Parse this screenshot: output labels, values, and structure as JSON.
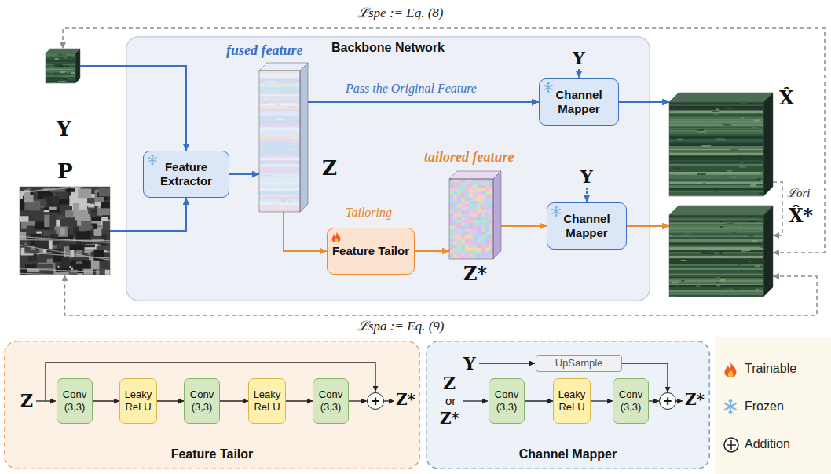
{
  "diagram": {
    "nodes": [
      {
        "text": [
          "Y"
        ]
      },
      {
        "text": [
          "P"
        ]
      },
      {
        "text": [
          "Backbone Network"
        ]
      },
      {
        "text": [
          "Feature Extractor"
        ],
        "in": 2
      },
      {
        "text": [
          "fused feature",
          "Z"
        ],
        "in": 2
      },
      {
        "text": [
          "Channel Mapper"
        ],
        "in": 2
      },
      {
        "text": [
          "Feature Tailor"
        ],
        "in": 2
      },
      {
        "text": [
          "tailored feature",
          "Z*"
        ],
        "in": 2
      },
      {
        "text": [
          "Channel Mapper"
        ],
        "in": 2
      },
      {
        "text": [
          "X̂"
        ]
      },
      {
        "text": [
          "X̂*"
        ]
      },
      {
        "text": [
          "Feature Tailor"
        ]
      },
      {
        "text": [
          "Conv (3,3)"
        ],
        "in": 11
      },
      {
        "text": [
          "Leaky ReLU"
        ],
        "in": 11
      },
      {
        "text": [
          "Conv (3,3)"
        ],
        "in": 11
      },
      {
        "text": [
          "Leaky ReLU"
        ],
        "in": 11
      },
      {
        "text": [
          "Conv (3,3)"
        ],
        "in": 11
      },
      {
        "text": [
          "+"
        ],
        "in": 11
      },
      {
        "text": [
          "Channel Mapper"
        ]
      },
      {
        "text": [
          "UpSample"
        ],
        "in": 18
      },
      {
        "text": [
          "Conv (3,3)"
        ],
        "in": 18
      },
      {
        "text": [
          "Leaky ReLU"
        ],
        "in": 18
      },
      {
        "text": [
          "Conv (3,3)"
        ],
        "in": 18
      },
      {
        "text": [
          "+"
        ],
        "in": 18
      }
    ],
    "edges": [
      {
        "from": 0,
        "to": 3,
        "arrow": "to"
      },
      {
        "from": 1,
        "to": 3,
        "arrow": "to"
      },
      {
        "from": 3,
        "to": 4,
        "arrow": "to"
      },
      {
        "from": 4,
        "to": 5,
        "label": "Pass the Original Feature",
        "arrow": "to"
      },
      {
        "from": 4,
        "to": 6,
        "label": "Tailoring",
        "arrow": "to"
      },
      {
        "from": 6,
        "to": 7,
        "arrow": "to"
      },
      {
        "from": 7,
        "to": 8,
        "arrow": "to"
      },
      {
        "from": 5,
        "to": 9,
        "arrow": "to"
      },
      {
        "from": 8,
        "to": 10,
        "arrow": "to"
      },
      {
        "from": 9,
        "to": 10,
        "label": "ℒori",
        "arrow": "to"
      },
      {
        "from": 10,
        "to": 0,
        "label": "ℒspe := Eq. (8)",
        "arrow": "both"
      },
      {
        "from": 10,
        "to": 1,
        "label": "ℒspa := Eq. (9)",
        "arrow": "both"
      },
      {
        "from": 12,
        "to": 13,
        "arrow": "to"
      },
      {
        "from": 13,
        "to": 14,
        "arrow": "to"
      },
      {
        "from": 14,
        "to": 15,
        "arrow": "to"
      },
      {
        "from": 15,
        "to": 16,
        "arrow": "to"
      },
      {
        "from": 16,
        "to": 17,
        "arrow": "to"
      },
      {
        "from": 20,
        "to": 21,
        "arrow": "to"
      },
      {
        "from": 21,
        "to": 22,
        "arrow": "to"
      },
      {
        "from": 22,
        "to": 23,
        "arrow": "to"
      },
      {
        "from": 19,
        "to": 23,
        "arrow": "to"
      }
    ],
    "labels": [
      "Y",
      "Y",
      "Z",
      "Z*",
      "Y",
      "Z",
      "or",
      "Z*",
      "Z*"
    ],
    "legend": [
      {
        "text": "Trainable"
      },
      {
        "text": "Frozen"
      },
      {
        "text": "Addition"
      }
    ]
  }
}
